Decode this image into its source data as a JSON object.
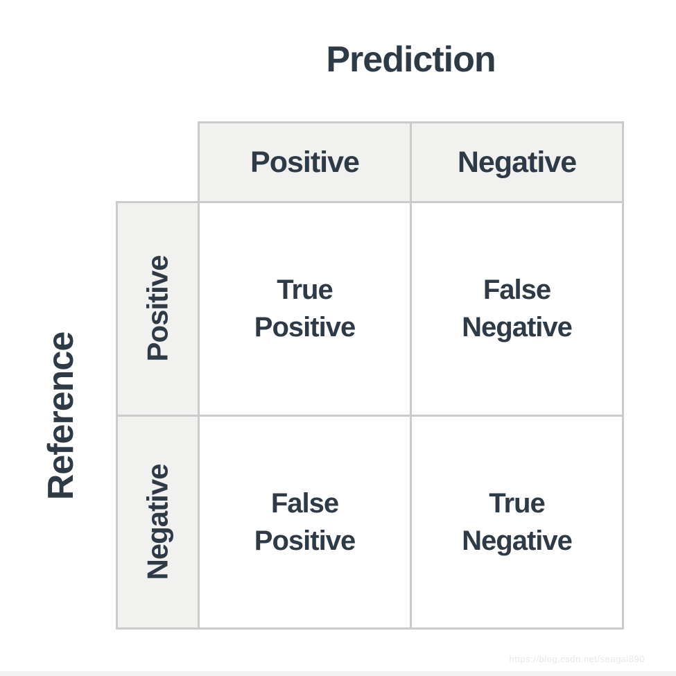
{
  "title": "Prediction",
  "side_label": "Reference",
  "matrix": {
    "col_headers": [
      "Positive",
      "Negative"
    ],
    "row_headers": [
      "Positive",
      "Negative"
    ],
    "cells": {
      "tp": {
        "line1": "True",
        "line2": "Positive"
      },
      "fn": {
        "line1": "False",
        "line2": "Negative"
      },
      "fp": {
        "line1": "False",
        "line2": "Positive"
      },
      "tn": {
        "line1": "True",
        "line2": "Negative"
      }
    }
  },
  "watermark": "https://blog.csdn.net/seagal890",
  "colors": {
    "text": "#2e3a46",
    "grid_line": "#cbcbcb",
    "header_fill": "#f1f1ef",
    "cell_fill": "#ffffff",
    "watermark_text": "#e8e8e8"
  }
}
